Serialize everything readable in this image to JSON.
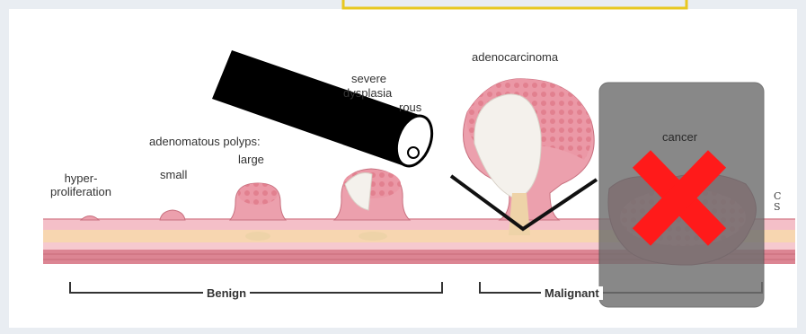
{
  "labels": {
    "hyperproliferation": "hyper-\nproliferation",
    "small": "small",
    "adenomatous_polyps": "adenomatous polyps:",
    "large": "large",
    "severe": "severe",
    "dysplasia": "dysplasia",
    "cancerous": "rous",
    "adenocarcinoma": "adenocarcinoma",
    "cancer": "cancer"
  },
  "brackets": {
    "benign": "Benign",
    "malignant": "Malignant"
  },
  "colors": {
    "tissue_pink": "#f2b3bd",
    "tumor_pink": "#e98f9e",
    "highlight_yellow": "#e8c820",
    "overlay_gray": "#6f6f6f",
    "cross_red": "#ff1a1a"
  },
  "icons": {
    "endoscope": "endoscope-icon",
    "checkmark": "checkmark-icon",
    "cross": "cross-icon"
  }
}
